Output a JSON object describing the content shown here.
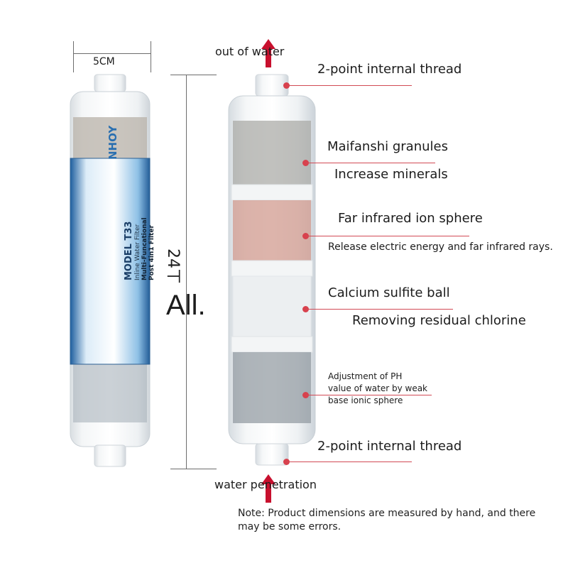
{
  "dimensions": {
    "width_label": "5CM",
    "height_number": "24",
    "height_unit_glyph": "ㄒ",
    "height_suffix": "All."
  },
  "flow": {
    "out_label": "out of water",
    "in_label": "water penetration"
  },
  "callouts": [
    {
      "lines": [
        "2-point internal thread"
      ]
    },
    {
      "lines": [
        "Maifanshi granules",
        "Increase minerals"
      ]
    },
    {
      "lines": [
        "Far infrared ion sphere",
        "Release electric energy and far infrared rays."
      ]
    },
    {
      "lines": [
        "Calcium sulfite ball",
        "Removing residual chlorine"
      ]
    },
    {
      "lines": [
        "Adjustment of PH",
        "value of water by weak",
        "base ionic sphere"
      ]
    },
    {
      "lines": [
        "2-point internal thread"
      ]
    }
  ],
  "product_label": {
    "brand": "NHOY",
    "model": "MODEL  T33",
    "line1": "Inline Water Filter",
    "line2": "Multi-Funcational",
    "line3": "Post 4in1 Filter"
  },
  "note": "Note: Product dimensions are measured by hand, and there may be some errors.",
  "colors": {
    "accent_red": "#c8102e",
    "leader_red": "#d24a55",
    "label_blue": "#2a6fb0"
  }
}
